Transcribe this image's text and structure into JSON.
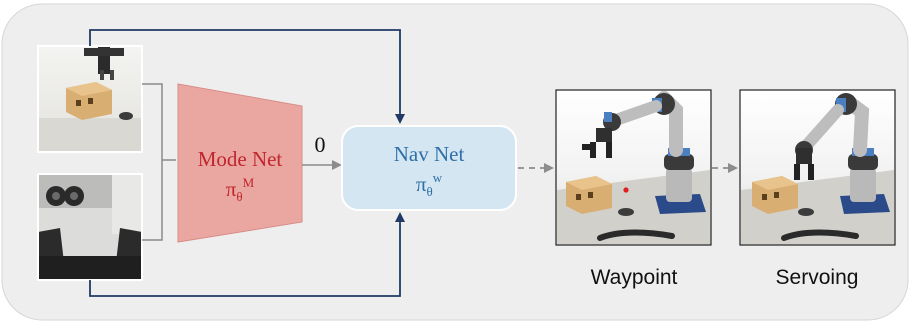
{
  "mode_net": {
    "label": "Mode Net",
    "symbol": "π",
    "subscript": "θ",
    "superscript": "M",
    "fill_color": "#eaa7a2",
    "text_color": "#c0262c"
  },
  "nav_net": {
    "label": "Nav Net",
    "symbol": "π",
    "subscript": "θ",
    "superscript": "w",
    "fill_color": "#d5e6f3",
    "text_color": "#2e6fa7"
  },
  "mode_output": "0",
  "outputs": {
    "waypoint_label": "Waypoint",
    "servoing_label": "Servoing"
  },
  "colors": {
    "panel_background": "#eeeeee",
    "arrow": "#1f3a66",
    "connector": "#8a8a8a",
    "dashed_arrow": "#8c8c8c"
  }
}
